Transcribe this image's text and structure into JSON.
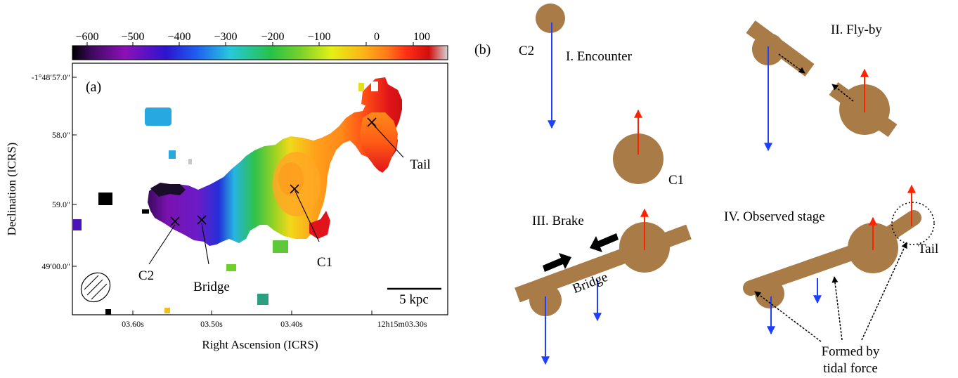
{
  "colors": {
    "galaxy": "#a87b47",
    "approaching": "#1f3fff",
    "receding": "#ff2200",
    "colormap": [
      "#000000",
      "#3c0a5e",
      "#8c10b8",
      "#2c14d0",
      "#1e5ef2",
      "#27c8dc",
      "#26c246",
      "#7bd22a",
      "#e4f014",
      "#ffb018",
      "#ff7818",
      "#ff2f15",
      "#d10e0e",
      "#d4d4d4"
    ]
  },
  "panel_a": {
    "label": "(a)",
    "colorbar_ticks": [
      "−600",
      "−500",
      "−400",
      "−300",
      "−200",
      "−100",
      "0",
      "100"
    ],
    "y_ticks": [
      "-1°48′57.0″",
      "58.0″",
      "59.0″",
      "49′00.0″"
    ],
    "x_ticks": [
      "03.60s",
      "03.50s",
      "03.40s",
      "12h15m03.30s"
    ],
    "xlabel": "Right Ascension (ICRS)",
    "ylabel": "Declination (ICRS)",
    "scalebar": "5 kpc",
    "annotations": {
      "c2": "C2",
      "bridge": "Bridge",
      "c1": "C1",
      "tail": "Tail"
    }
  },
  "panel_b": {
    "label": "(b)",
    "stages": {
      "s1": "I. Encounter",
      "s2": "II. Fly-by",
      "s3": "III. Brake",
      "s4": "IV. Observed stage"
    },
    "labels": {
      "c2": "C2",
      "c1": "C1",
      "bridge": "Bridge",
      "tail": "Tail",
      "formed_line1": "Formed by",
      "formed_line2": "tidal force"
    }
  }
}
